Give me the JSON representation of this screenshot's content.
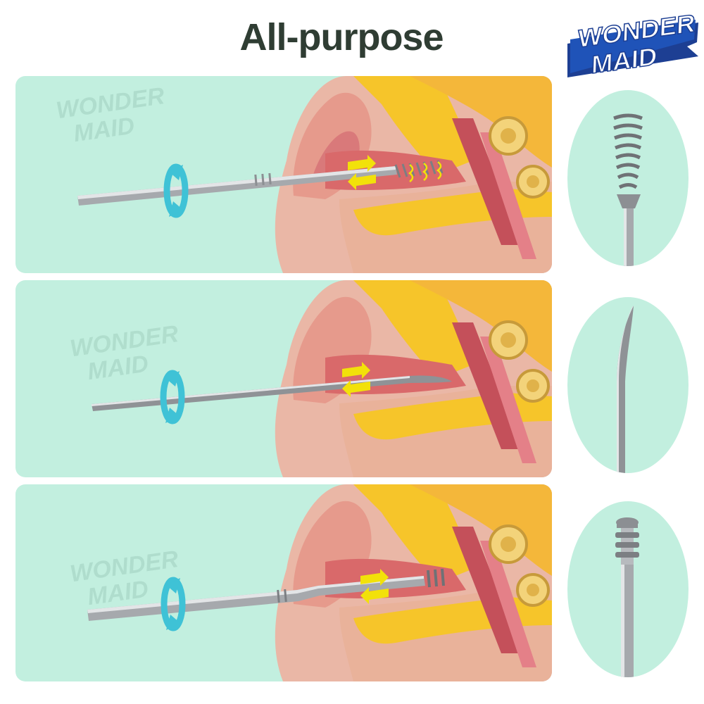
{
  "header": {
    "title": "All-purpose"
  },
  "brand": {
    "line1": "WONDER",
    "line2": "MAID"
  },
  "watermark": {
    "line1": "WONDER",
    "line2": "MAID"
  },
  "panels": [
    {
      "tip": "spiral",
      "rotate_icon": "rotate-arrow-icon",
      "motion_icon": "double-arrow-icon"
    },
    {
      "tip": "curved-pick",
      "rotate_icon": "rotate-arrow-icon",
      "motion_icon": "double-arrow-icon"
    },
    {
      "tip": "ridged-scoop",
      "rotate_icon": "rotate-arrow-icon",
      "motion_icon": "double-arrow-icon"
    }
  ],
  "colors": {
    "panel_bg": "#c2efdf",
    "skin": "#eab7a6",
    "canal": "#d9696a",
    "bone": "#f6c52a",
    "rotate_arrow": "#3fc2d6",
    "motion_arrow": "#f2e10a",
    "steel": "#a6a9ad",
    "title": "#2f3d33",
    "brand_blue": "#1f53b8"
  }
}
